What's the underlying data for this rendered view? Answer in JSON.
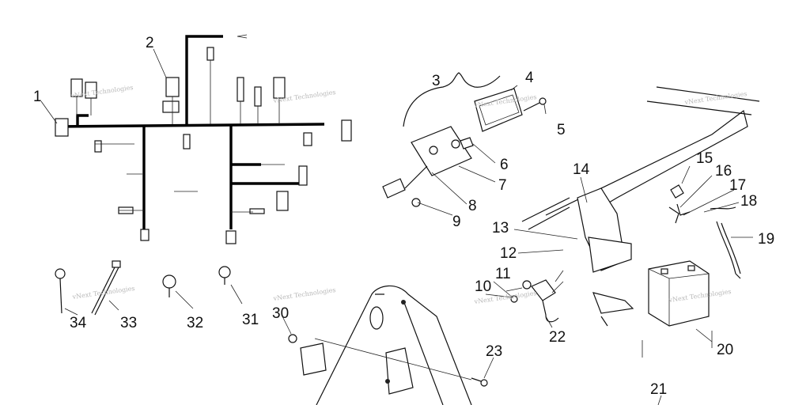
{
  "watermark": "vNext Technologies",
  "callouts": [
    "1",
    "2",
    "3",
    "4",
    "5",
    "6",
    "7",
    "8",
    "9",
    "10",
    "11",
    "12",
    "13",
    "14",
    "15",
    "16",
    "17",
    "18",
    "19",
    "20",
    "21",
    "22",
    "23",
    "30",
    "31",
    "32",
    "33",
    "34"
  ]
}
